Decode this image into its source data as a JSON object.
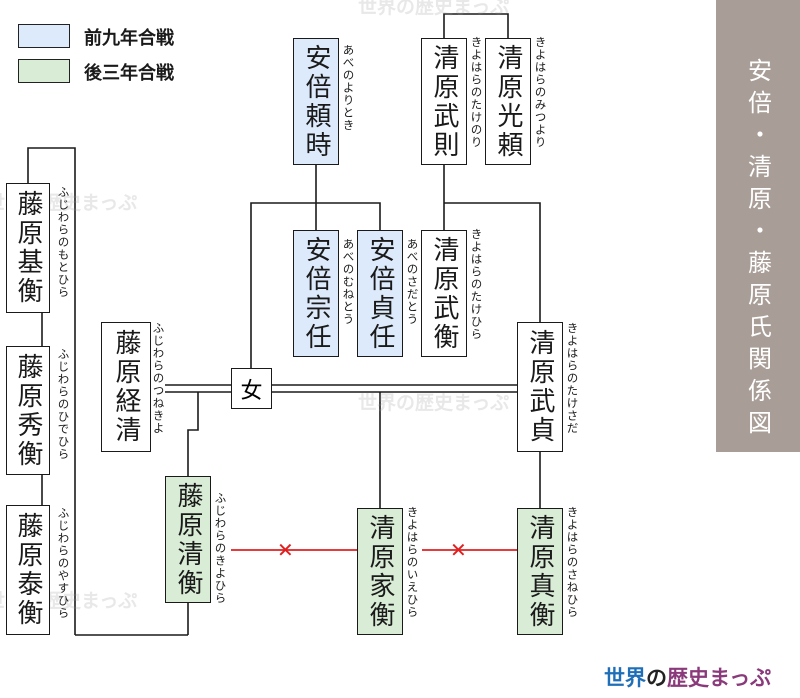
{
  "legend": [
    {
      "label": "前九年合戦",
      "color": "#dceafb"
    },
    {
      "label": "後三年合戦",
      "color": "#d8ecd6"
    }
  ],
  "title": "安倍・清原・藤原氏関係図",
  "people": {
    "abe_yoritoki": {
      "name": "安倍頼時",
      "reading": "あべのよりとき"
    },
    "abe_muneto": {
      "name": "安倍宗任",
      "reading": "あべのむねとう"
    },
    "abe_sadato": {
      "name": "安倍貞任",
      "reading": "あべのさだとう"
    },
    "kiyohara_takenori": {
      "name": "清原武則",
      "reading": "きよはらのたけのり"
    },
    "kiyohara_mitsuyori": {
      "name": "清原光頼",
      "reading": "きよはらのみつより"
    },
    "kiyohara_takehira": {
      "name": "清原武衡",
      "reading": "きよはらのたけひら"
    },
    "kiyohara_takesada": {
      "name": "清原武貞",
      "reading": "きよはらのたけさだ"
    },
    "kiyohara_iehira": {
      "name": "清原家衡",
      "reading": "きよはらのいえひら"
    },
    "kiyohara_sanehira": {
      "name": "清原真衡",
      "reading": "きよはらのさねひら"
    },
    "fujiwara_tsunekiyo": {
      "name": "藤原経清",
      "reading": "ふじわらのつねきよ"
    },
    "fujiwara_kiyohira": {
      "name": "藤原清衡",
      "reading": "ふじわらのきよひら"
    },
    "fujiwara_motohira": {
      "name": "藤原基衡",
      "reading": "ふじわらのもとひら"
    },
    "fujiwara_hidehira": {
      "name": "藤原秀衡",
      "reading": "ふじわらのひでひら"
    },
    "fujiwara_yasuhira": {
      "name": "藤原泰衡",
      "reading": "ふじわらのやすひら"
    },
    "woman": {
      "name": "女"
    }
  },
  "watermark": {
    "text": "世界の歴史まっぷ"
  },
  "logo": {
    "part1": "世界",
    "part2": "の",
    "part3": "歴史まっぷ"
  }
}
